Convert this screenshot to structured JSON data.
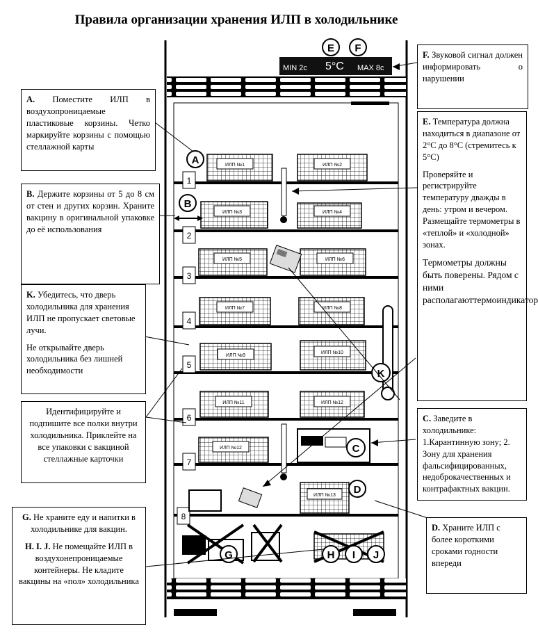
{
  "title": "Правила организации хранения ИЛП в холодильнике",
  "display": {
    "min": "MIN 2c",
    "temp": "5°C",
    "max": "MAX 8c"
  },
  "display_letters": [
    "E",
    "F"
  ],
  "shelf_numbers": [
    "1",
    "2",
    "3",
    "4",
    "5",
    "6",
    "7",
    "8"
  ],
  "marker_letters": {
    "a": "A",
    "b": "B",
    "c": "C",
    "d": "D",
    "k": "K",
    "g": "G",
    "h": "H",
    "i": "I",
    "j": "J"
  },
  "baskets": [
    "ИЛП №1",
    "ИЛП №2",
    "ИЛП №3",
    "ИЛП №4",
    "ИЛП №5",
    "ИЛП №6",
    "ИЛП №7",
    "ИЛП №8",
    "ИЛП №9",
    "ИЛП №10",
    "ИЛП №11",
    "ИЛП №12",
    "ИЛП №13"
  ],
  "boxes": {
    "a": {
      "letter": "A.",
      "text": "Поместите ИЛП в воздухопроницаемые пластиковые корзины. Четко маркируйте корзины с помощью стеллажной карты"
    },
    "b": {
      "letter": "B.",
      "text": "Держите корзины от 5 до 8 см от стен и других корзин. Храните вакцину в оригинальной упаковке до её использования"
    },
    "k": {
      "letter": "K.",
      "text1": "Убедитесь, что дверь холодильника для хранения ИЛП не пропускает световые лучи.",
      "text2": "Не открывайте дверь холодильника без лишней необходимости"
    },
    "ident": {
      "text": "Идентифицируйте и подпишите все полки внутри холодильника. Приклейте на все упаковки с вакциной стеллажные карточки"
    },
    "g": {
      "letter": "G.",
      "text": "Не храните еду и напитки в холодильнике для вакцин.",
      "letter2": "H. I. J.",
      "text2": "Не помещайте ИЛП в воздухонепроницаемые контейнеры. Не кладите вакцины на «пол» холодильника"
    },
    "f": {
      "letter": "F.",
      "text": "Звуковой сигнал должен информировать о нарушении"
    },
    "e": {
      "letter": "E.",
      "text1": "Температура должна находиться в диапазоне от 2°C до 8°C (стремитесь к 5°C)",
      "text2": "Проверяйте и регистрируйте температуру дважды в день: утром и вечером. Размещайте термометры в «теплой» и «холодной» зонах.",
      "text3": "Термометры должны быть поверены. Рядом с ними располагаюттермоиндикаторы"
    },
    "c": {
      "letter": "C.",
      "text": "Заведите в холодильнике: 1.Карантинную зону; 2. Зону для хранения фальсифицированных, недоброкачественных и контрафактных вакцин."
    },
    "d": {
      "letter": "D.",
      "text": "Храните ИЛП с более короткими сроками годности впереди"
    }
  }
}
